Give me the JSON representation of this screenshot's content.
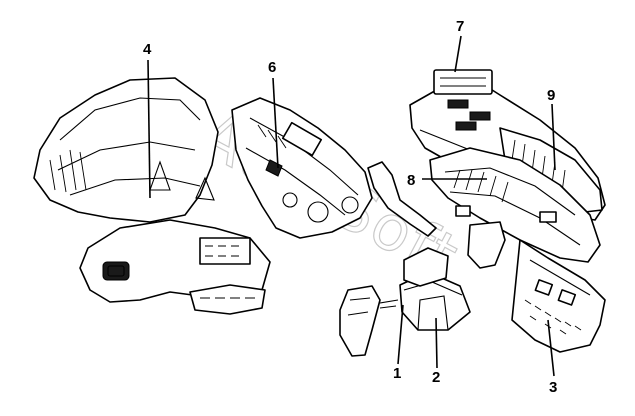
{
  "diagram": {
    "callouts": [
      {
        "label": "1"
      },
      {
        "label": "2"
      },
      {
        "label": "3"
      },
      {
        "label": "4"
      },
      {
        "label": "6"
      },
      {
        "label": "7"
      },
      {
        "label": "8"
      },
      {
        "label": "9"
      }
    ],
    "watermark": "AutoSoft"
  }
}
